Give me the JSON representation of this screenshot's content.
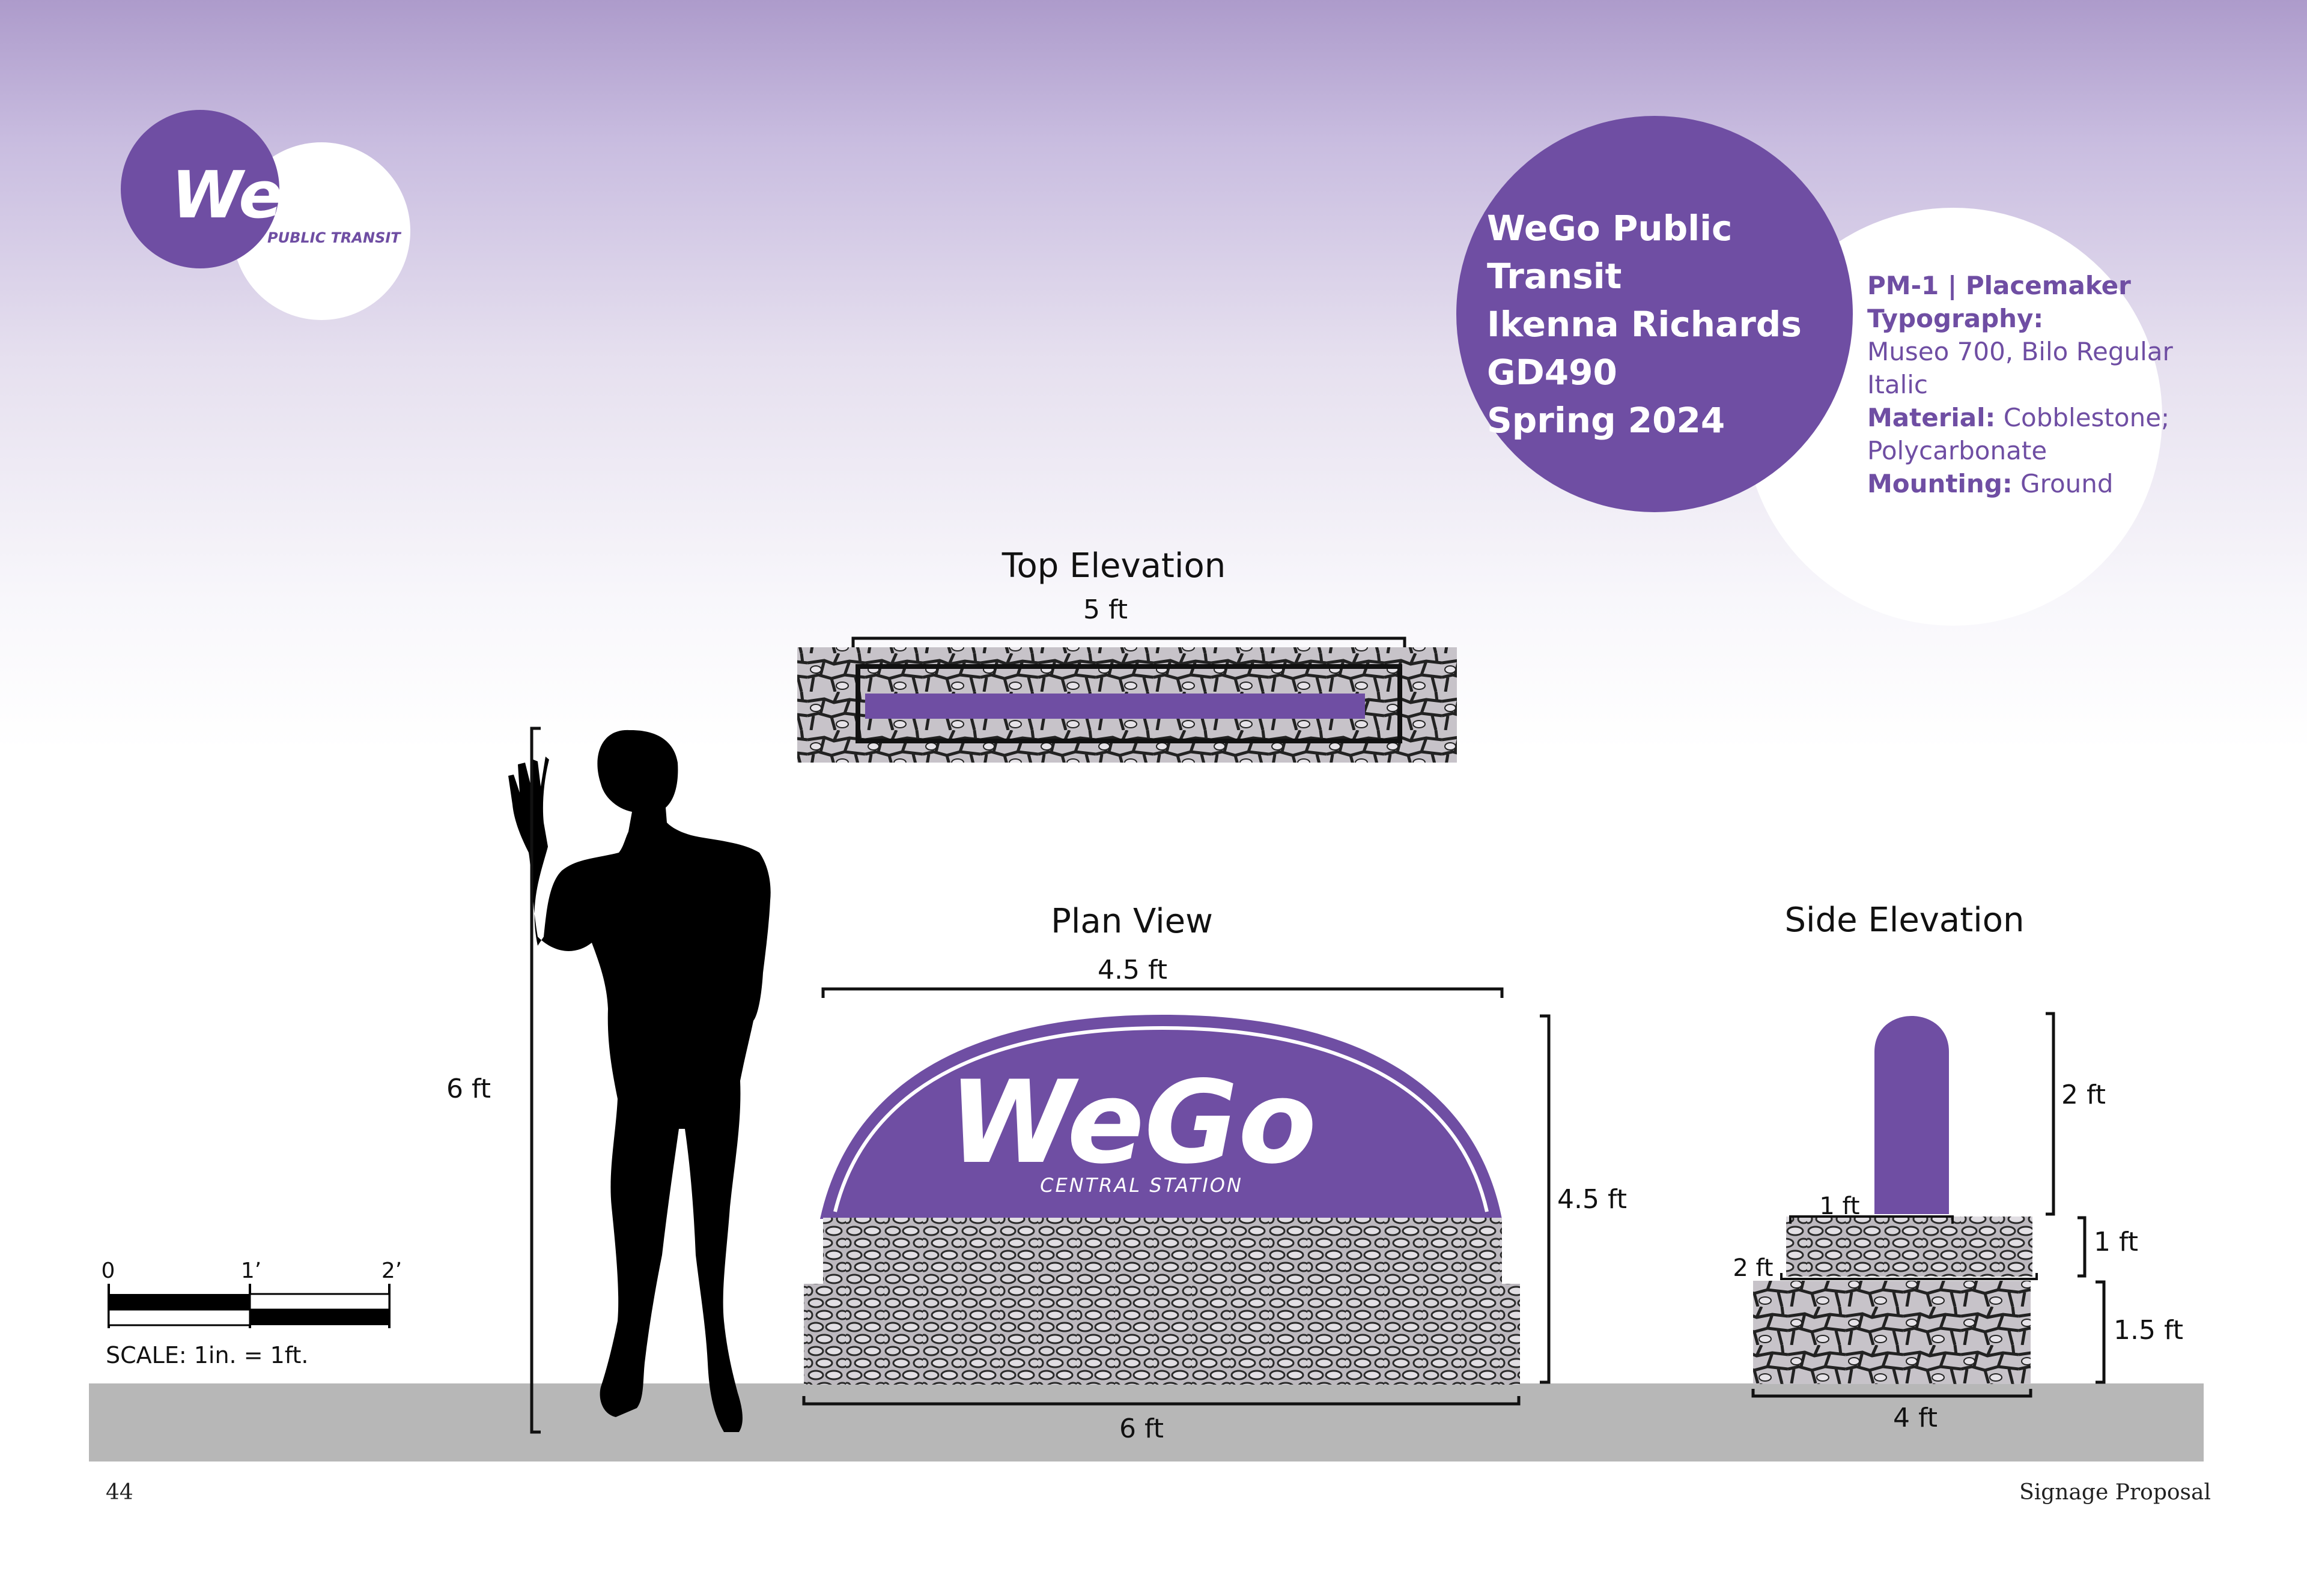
{
  "logo": {
    "word": "WeGo",
    "tagline": "PUBLIC TRANSIT"
  },
  "info": {
    "lines": [
      "WeGo Public Transit",
      "Ikenna Richards",
      "GD490",
      "Spring 2024"
    ],
    "code": "PM-1 | Placemaker",
    "typography_label": "Typography:",
    "typography_value": "Museo 700, Bilo Regular Italic",
    "material_label": "Material:",
    "material_value": "Cobblestone; Polycarbonate",
    "mounting_label": "Mounting:",
    "mounting_value": "Ground"
  },
  "views": {
    "top": {
      "title": "Top Elevation",
      "width": "5 ft"
    },
    "plan": {
      "title": "Plan View",
      "top_width": "4.5 ft",
      "height": "4.5 ft",
      "base_width": "6 ft",
      "sign_word": "WeGo",
      "sign_sub": "CENTRAL STATION"
    },
    "side": {
      "title": "Side Elevation",
      "post_height": "2 ft",
      "post_width": "1 ft",
      "tier1_height": "1 ft",
      "tier1_width": "2 ft",
      "tier2_height": "1.5 ft",
      "base_width": "4 ft"
    }
  },
  "figure": {
    "height": "6 ft"
  },
  "scale": {
    "ticks": [
      "0",
      "1’",
      "2’"
    ],
    "caption": "SCALE: 1in. = 1ft."
  },
  "footer": {
    "page": "44",
    "section": "Signage Proposal"
  },
  "colors": {
    "purple": "#6f4ea3",
    "ground": "#b7b7b7",
    "stone": "#c7c3c9"
  }
}
